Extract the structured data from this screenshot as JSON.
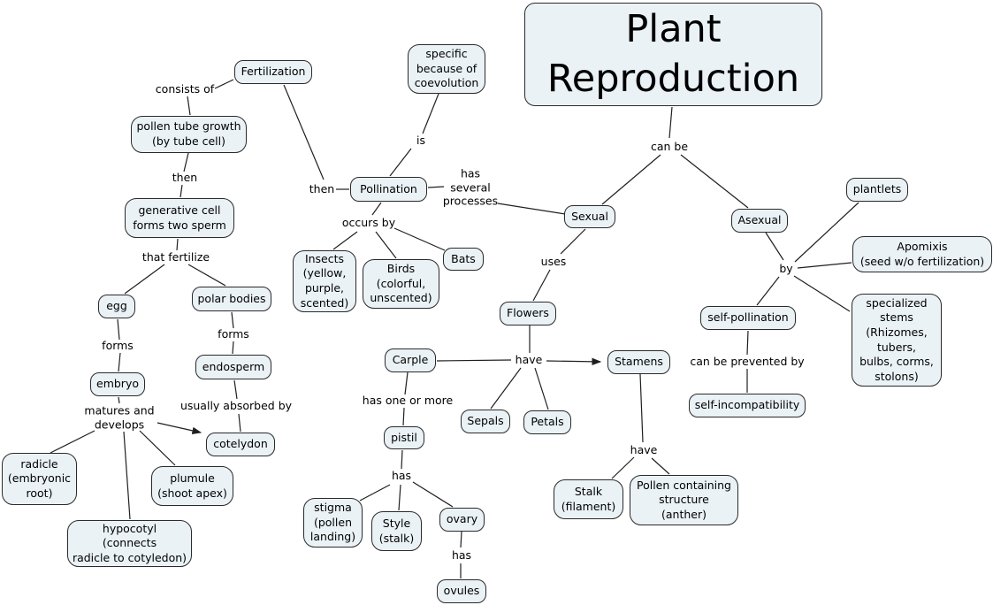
{
  "title": {
    "label": "Plant\nReproduction"
  },
  "nodes": {
    "fertilization": {
      "label": "Fertilization"
    },
    "specific_coevolution": {
      "label": "specific\nbecause of\ncoevolution"
    },
    "pollen_tube_growth": {
      "label": "pollen tube growth\n(by tube cell)"
    },
    "generative_cell": {
      "label": "generative cell\nforms two sperm"
    },
    "pollination": {
      "label": "Pollination"
    },
    "insects": {
      "label": "Insects\n(yellow,\npurple,\nscented)"
    },
    "birds": {
      "label": "Birds\n(colorful,\nunscented)"
    },
    "bats": {
      "label": "Bats"
    },
    "sexual": {
      "label": "Sexual"
    },
    "asexual": {
      "label": "Asexual"
    },
    "plantlets": {
      "label": "plantlets"
    },
    "apomixis": {
      "label": "Apomixis\n(seed w/o fertilization)"
    },
    "specialized_stems": {
      "label": "specialized\nstems\n(Rhizomes,\ntubers,\nbulbs, corms,\nstolons)"
    },
    "self_pollination": {
      "label": "self-pollination"
    },
    "self_incompatibility": {
      "label": "self-incompatibility"
    },
    "egg": {
      "label": "egg"
    },
    "polar_bodies": {
      "label": "polar bodies"
    },
    "embryo": {
      "label": "embryo"
    },
    "endosperm": {
      "label": "endosperm"
    },
    "cotelydon": {
      "label": "cotelydon"
    },
    "radicle": {
      "label": "radicle\n(embryonic\nroot)"
    },
    "plumule": {
      "label": "plumule\n(shoot apex)"
    },
    "hypocotyl": {
      "label": "hypocotyl\n(connects\nradicle to cotyledon)"
    },
    "flowers": {
      "label": "Flowers"
    },
    "carple": {
      "label": "Carple"
    },
    "stamens": {
      "label": "Stamens"
    },
    "sepals": {
      "label": "Sepals"
    },
    "petals": {
      "label": "Petals"
    },
    "pistil": {
      "label": "pistil"
    },
    "stigma": {
      "label": "stigma\n(pollen\nlanding)"
    },
    "style": {
      "label": "Style\n(stalk)"
    },
    "ovary": {
      "label": "ovary"
    },
    "ovules": {
      "label": "ovules"
    },
    "stalk": {
      "label": "Stalk\n(filament)"
    },
    "pollen_structure": {
      "label": "Pollen containing\nstructure\n(anther)"
    }
  },
  "edge_labels": {
    "consists_of": "consists of",
    "then_1": "then",
    "then_2": "then",
    "is": "is",
    "has_several": "has\nseveral\nprocesses",
    "occurs_by": "occurs by",
    "can_be": "can be",
    "that_fertilize": "that fertilize",
    "forms_egg": "forms",
    "forms_polar": "forms",
    "uses": "uses",
    "by": "by",
    "matures_develops": "matures and\ndevelops",
    "usually_absorbed": "usually absorbed by",
    "can_be_prevented": "can be prevented by",
    "have_flowers": "have",
    "has_one_or_more": "has one or more",
    "has_pistil": "has",
    "has_ovary": "has",
    "have_stamens": "have"
  },
  "colors": {
    "node_fill": "#eaf2f6",
    "node_border": "#2a2a2a",
    "line": "#1f1f1f",
    "text": "#000000",
    "background": "#ffffff"
  }
}
